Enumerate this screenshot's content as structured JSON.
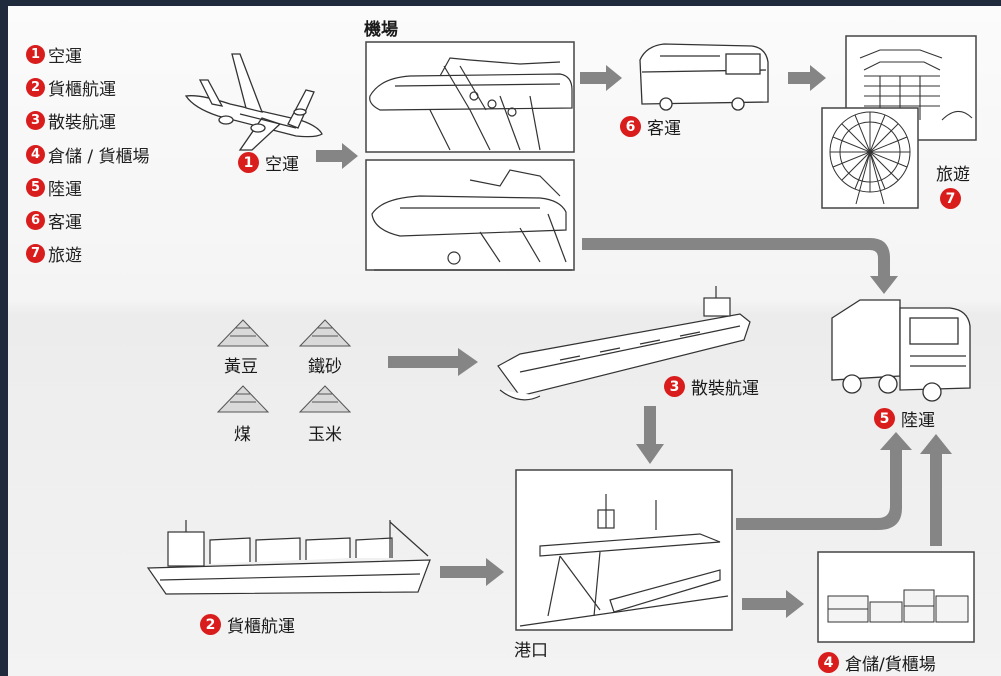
{
  "legend": [
    {
      "num": "1",
      "text": "空運"
    },
    {
      "num": "2",
      "text": "貨櫃航運"
    },
    {
      "num": "3",
      "text": "散裝航運"
    },
    {
      "num": "4",
      "text": "倉儲 / 貨櫃場"
    },
    {
      "num": "5",
      "text": "陸運"
    },
    {
      "num": "6",
      "text": "客運"
    },
    {
      "num": "7",
      "text": "旅遊"
    }
  ],
  "labels": {
    "airport": "機場",
    "air": {
      "num": "1",
      "text": "空運"
    },
    "passenger": {
      "num": "6",
      "text": "客運"
    },
    "tourism": {
      "num": "7",
      "text": "旅遊"
    },
    "bulk": {
      "num": "3",
      "text": "散裝航運"
    },
    "land": {
      "num": "5",
      "text": "陸運"
    },
    "container": {
      "num": "2",
      "text": "貨櫃航運"
    },
    "port": "港口",
    "warehouse": {
      "num": "4",
      "text": "倉儲/貨櫃場"
    },
    "soybean": "黃豆",
    "iron_ore": "鐵砂",
    "coal": "煤",
    "corn": "玉米"
  },
  "colors": {
    "badge": "#d91d1d",
    "arrow": "#858585",
    "line": "#333333"
  }
}
